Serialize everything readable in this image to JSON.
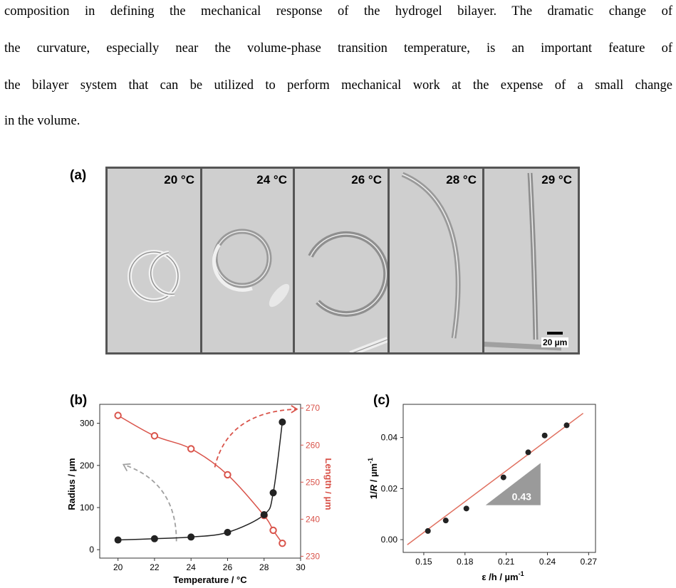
{
  "paragraph": {
    "lines": [
      "composition in defining the mechanical response of the hydrogel bilayer. The dramatic change of",
      "the curvature, especially near the volume-phase transition temperature, is an important feature of",
      "the bilayer system that can be utilized to perform mechanical work at the expense of a small change",
      "in the volume."
    ]
  },
  "figure": {
    "panel_a": {
      "label": "(a)",
      "temperatures": [
        "20 °C",
        "24 °C",
        "26 °C",
        "28 °C",
        "29 °C"
      ],
      "scale_bar": "20 µm"
    },
    "panel_b": {
      "label": "(b)",
      "xlabel": "Temperature / °C",
      "ylabel_left": "Radius / µm",
      "ylabel_right": "Length / µm",
      "x_ticks": [
        "20",
        "22",
        "24",
        "26",
        "28",
        "30"
      ],
      "y_ticks_left": [
        "0",
        "100",
        "200",
        "300"
      ],
      "y_ticks_right": [
        "230",
        "240",
        "250",
        "260",
        "270"
      ]
    },
    "panel_c": {
      "label": "(c)",
      "xlabel_pre": "ε /h / µm",
      "xlabel_sup": "-1",
      "ylabel_pre": "1/",
      "ylabel_it": "R",
      "ylabel_post": " / µm",
      "ylabel_sup": "-1",
      "x_ticks": [
        "0.15",
        "0.18",
        "0.21",
        "0.24",
        "0.27"
      ],
      "y_ticks": [
        "0.00",
        "0.02",
        "0.04"
      ],
      "slope_label": "0.43"
    }
  },
  "chart_data": [
    {
      "type": "line",
      "title": "",
      "xlabel": "Temperature / °C",
      "ylabel": "Radius / µm",
      "y2label": "Length / µm",
      "xlim": [
        19,
        30
      ],
      "ylim": [
        -20,
        345
      ],
      "y2lim": [
        229.5,
        271
      ],
      "grid": false,
      "series": [
        {
          "axis": "left",
          "color": "#222222",
          "marker": "filled-circle",
          "x": [
            20,
            22,
            24,
            26,
            28,
            28.5,
            29
          ],
          "y": [
            23,
            26,
            30,
            41,
            83,
            135,
            303
          ]
        },
        {
          "axis": "right",
          "color": "#d9534a",
          "marker": "open-circle",
          "x": [
            20,
            22,
            24,
            26,
            28,
            28.5,
            29
          ],
          "y": [
            268,
            262.5,
            259,
            252,
            241,
            237,
            233.5
          ]
        }
      ],
      "annotations": [
        {
          "type": "dashed-arrow",
          "color": "#999999",
          "toward": "left axis"
        },
        {
          "type": "dashed-arrow",
          "color": "#d9534a",
          "toward": "right axis"
        }
      ]
    },
    {
      "type": "scatter",
      "title": "",
      "xlabel": "ε /h / µm-1",
      "ylabel": "1/R / µm-1",
      "xlim": [
        0.135,
        0.275
      ],
      "ylim": [
        -0.005,
        0.053
      ],
      "grid": false,
      "series": [
        {
          "color": "#222222",
          "marker": "filled-circle",
          "x": [
            0.153,
            0.166,
            0.181,
            0.208,
            0.226,
            0.238,
            0.254
          ],
          "y": [
            0.0034,
            0.0075,
            0.0122,
            0.0244,
            0.0342,
            0.0408,
            0.0448
          ]
        }
      ],
      "fit_line": {
        "color": "#e07060",
        "slope": 0.43,
        "x": [
          0.138,
          0.266
        ],
        "y": [
          -0.002,
          0.0495
        ]
      },
      "annotations": [
        {
          "type": "slope-triangle",
          "text": "0.43"
        }
      ]
    }
  ]
}
